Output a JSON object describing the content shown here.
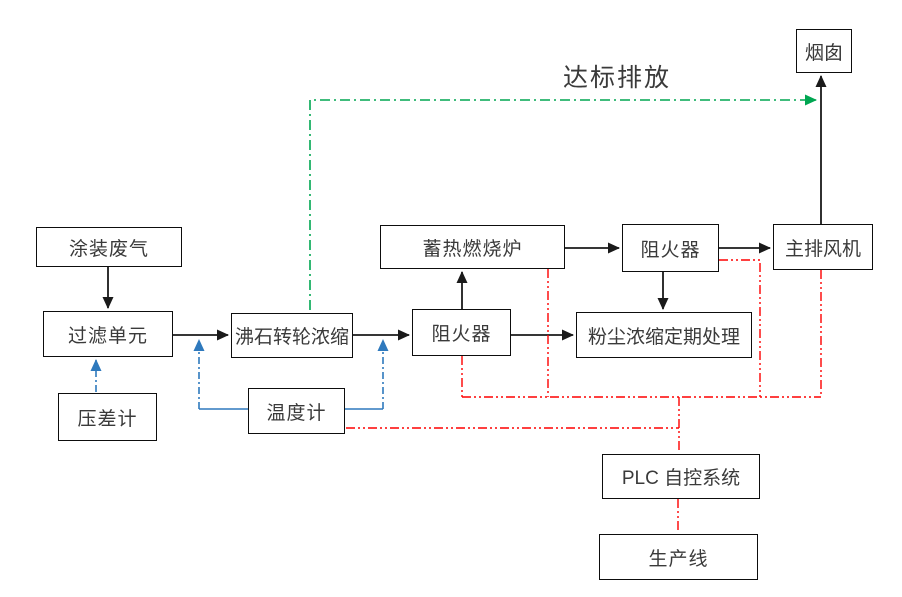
{
  "diagram": {
    "discharge_label": "达标排放",
    "nodes": {
      "paint_exhaust": {
        "label": "涂装废气"
      },
      "filter_unit": {
        "label": "过滤单元"
      },
      "pressure_gauge": {
        "label": "压差计"
      },
      "zeolite_rotor": {
        "label": "沸石转轮浓缩"
      },
      "thermometer": {
        "label": "温度计"
      },
      "flame_arrester_inlet": {
        "label": "阻火器"
      },
      "rto_furnace": {
        "label": "蓄热燃烧炉"
      },
      "flame_arrester_outlet": {
        "label": "阻火器"
      },
      "main_fan": {
        "label": "主排风机"
      },
      "dust_treatment": {
        "label": "粉尘浓缩定期处理"
      },
      "chimney": {
        "label": "烟囱"
      },
      "plc_system": {
        "label": "PLC 自控系统"
      },
      "production_line": {
        "label": "生产线"
      }
    },
    "connections": [
      {
        "from": "paint_exhaust",
        "to": "filter_unit",
        "type": "flow"
      },
      {
        "from": "filter_unit",
        "to": "zeolite_rotor",
        "type": "flow"
      },
      {
        "from": "zeolite_rotor",
        "to": "flame_arrester_inlet",
        "type": "flow"
      },
      {
        "from": "flame_arrester_inlet",
        "to": "rto_furnace",
        "type": "flow"
      },
      {
        "from": "rto_furnace",
        "to": "flame_arrester_outlet",
        "type": "flow"
      },
      {
        "from": "flame_arrester_outlet",
        "to": "main_fan",
        "type": "flow"
      },
      {
        "from": "flame_arrester_outlet",
        "to": "dust_treatment",
        "type": "flow"
      },
      {
        "from": "flame_arrester_inlet",
        "to": "dust_treatment",
        "type": "flow"
      },
      {
        "from": "main_fan",
        "to": "chimney",
        "type": "flow"
      },
      {
        "from": "zeolite_rotor",
        "to": "chimney",
        "type": "discharge",
        "label": "达标排放"
      },
      {
        "from": "pressure_gauge",
        "to": "filter_unit",
        "type": "signal"
      },
      {
        "from": "thermometer",
        "to": "filter_unit_outlet_duct",
        "type": "signal"
      },
      {
        "from": "thermometer",
        "to": "zeolite_rotor_outlet_duct",
        "type": "signal"
      },
      {
        "from": "plc_system",
        "to": "flame_arrester_inlet",
        "type": "control"
      },
      {
        "from": "plc_system",
        "to": "rto_furnace",
        "type": "control"
      },
      {
        "from": "plc_system",
        "to": "flame_arrester_outlet",
        "type": "control"
      },
      {
        "from": "plc_system",
        "to": "main_fan",
        "type": "control"
      },
      {
        "from": "plc_system",
        "to": "thermometer",
        "type": "control"
      },
      {
        "from": "plc_system",
        "to": "production_line",
        "type": "control"
      }
    ],
    "colors": {
      "flow_black": "#1a1a1a",
      "discharge_green": "#00a651",
      "signal_blue": "#2e79bd",
      "control_red": "#fe0000"
    }
  }
}
